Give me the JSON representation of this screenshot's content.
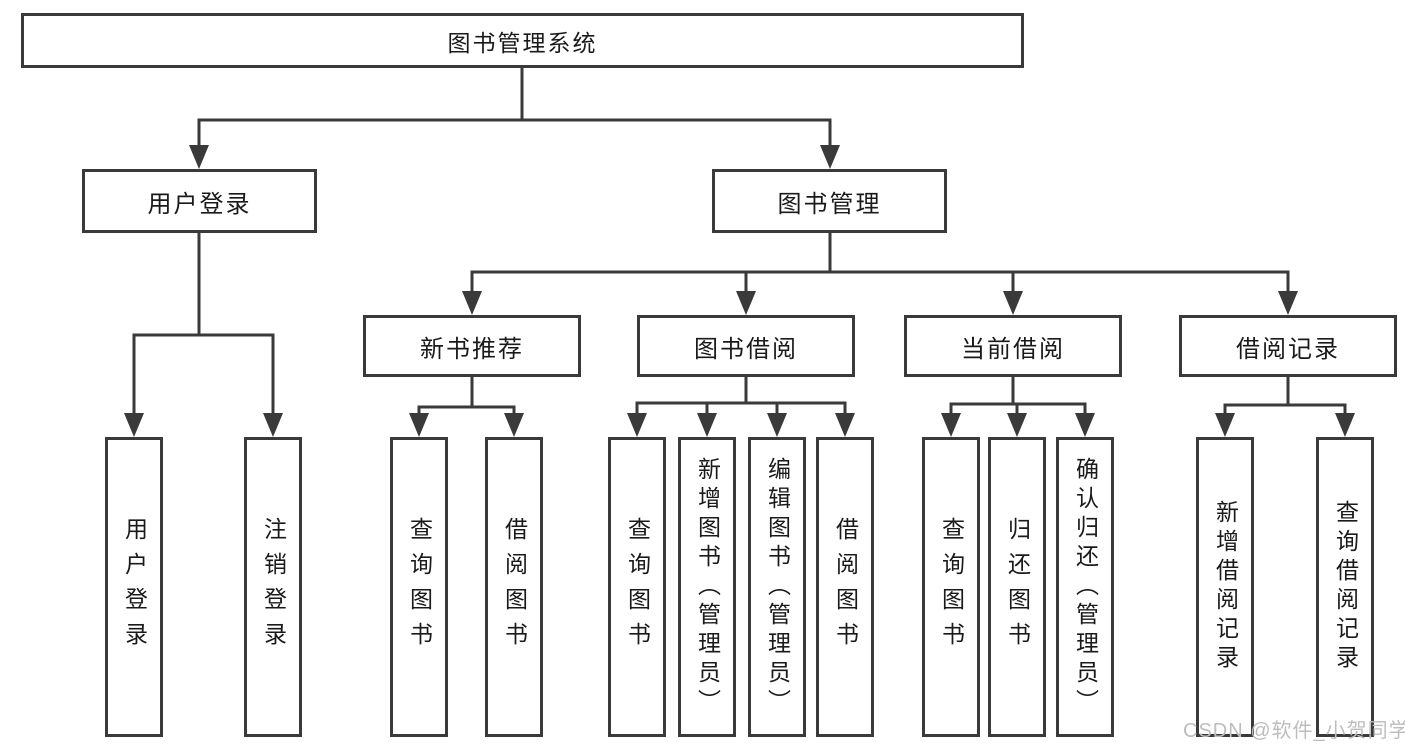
{
  "diagram": {
    "root": "图书管理系统",
    "branches": [
      {
        "label": "用户登录",
        "children": [
          "用户登录",
          "注销登录"
        ]
      },
      {
        "label": "图书管理",
        "children": [
          {
            "label": "新书推荐",
            "children": [
              "查询图书",
              "借阅图书"
            ]
          },
          {
            "label": "图书借阅",
            "children": [
              "查询图书",
              "新增图书（管理员）",
              "编辑图书（管理员）",
              "借阅图书"
            ]
          },
          {
            "label": "当前借阅",
            "children": [
              "查询图书",
              "归还图书",
              "确认归还（管理员）"
            ]
          },
          {
            "label": "借阅记录",
            "children": [
              "新增借阅记录",
              "查询借阅记录"
            ]
          }
        ]
      }
    ],
    "colors": {
      "line": "#3a3a3a",
      "text": "#1a1a1a",
      "background": "#ffffff",
      "watermark": "#bdbdbd"
    },
    "watermark": "CSDN @软件_小贺同学"
  }
}
